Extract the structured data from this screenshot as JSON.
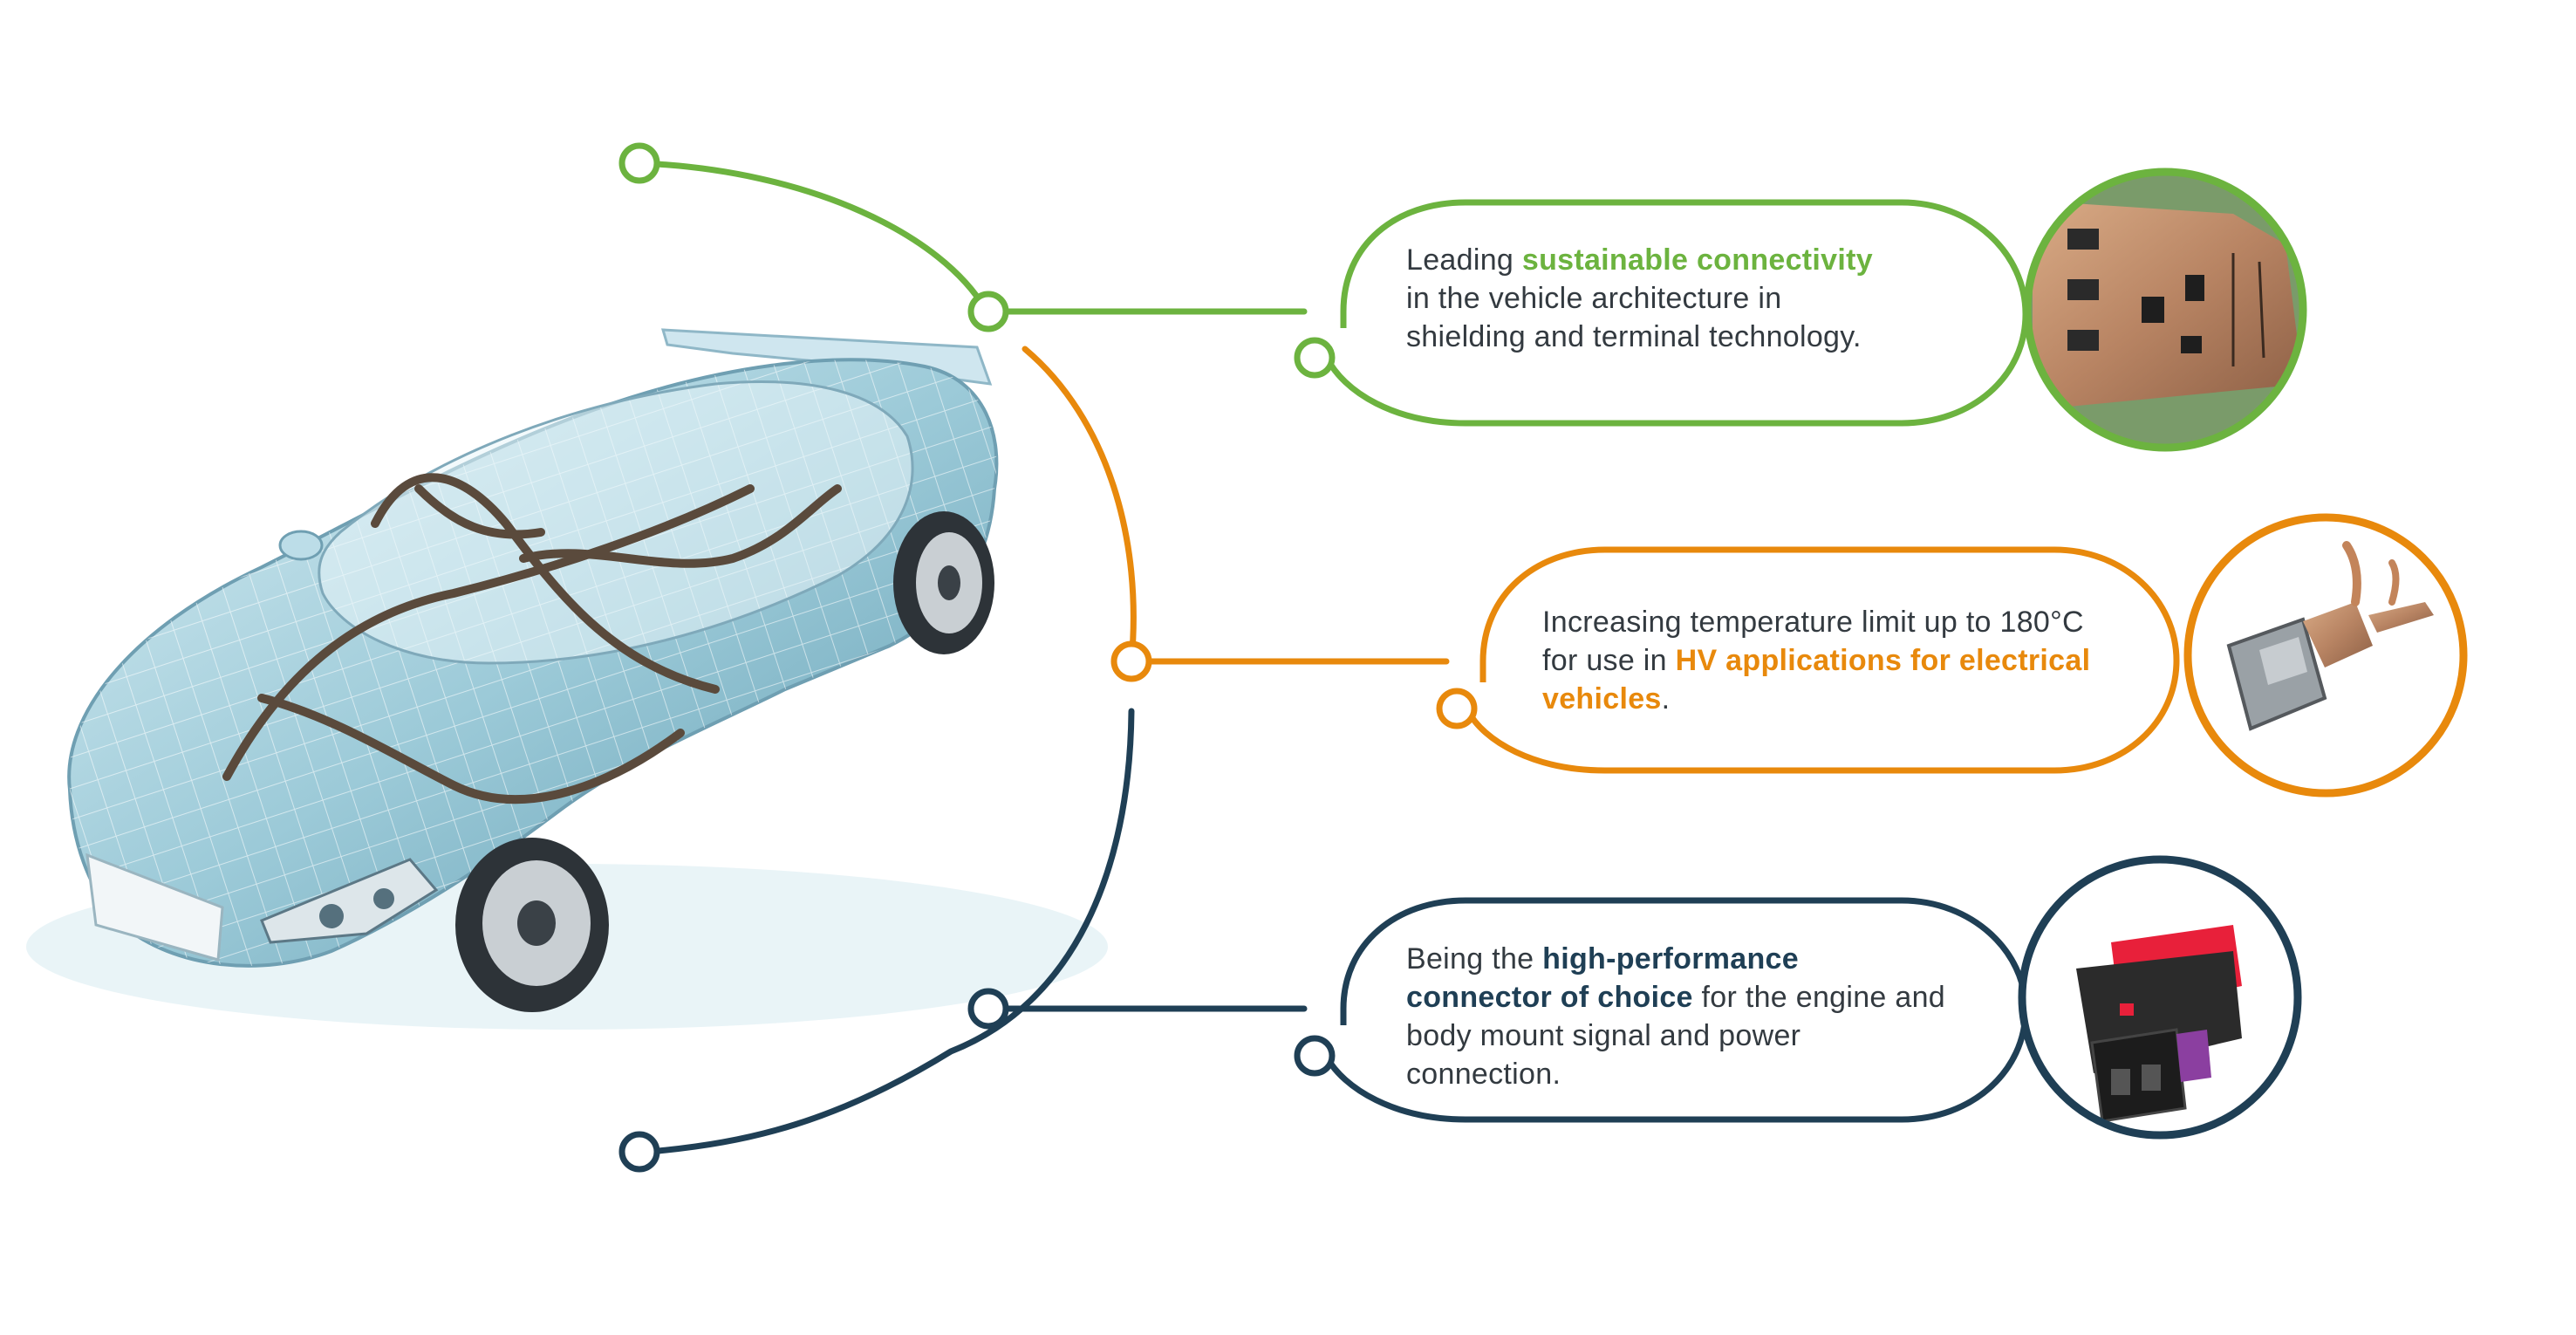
{
  "colors": {
    "green": "#6cb33f",
    "orange": "#e8890c",
    "navy": "#1f3f55",
    "text": "#333a40"
  },
  "illustration": {
    "car": "wireframe-car-with-wiring-harness",
    "thumb_1": "copper-shielding-terminal-photo",
    "thumb_2": "copper-hv-terminal-photo",
    "thumb_3": "black-red-purple-connector-photo"
  },
  "callouts": [
    {
      "pre": "Leading ",
      "highlight": "sustainable connectivity",
      "post": " in the vehicle architecture in shielding and terminal technology."
    },
    {
      "pre": "Increasing temperature limit up to 180°C for use in ",
      "highlight": "HV applications for electrical vehicles",
      "post": "."
    },
    {
      "pre": "Being the ",
      "highlight": "high-performance connector of choice",
      "post": " for the engine and body mount signal and power connection."
    }
  ]
}
